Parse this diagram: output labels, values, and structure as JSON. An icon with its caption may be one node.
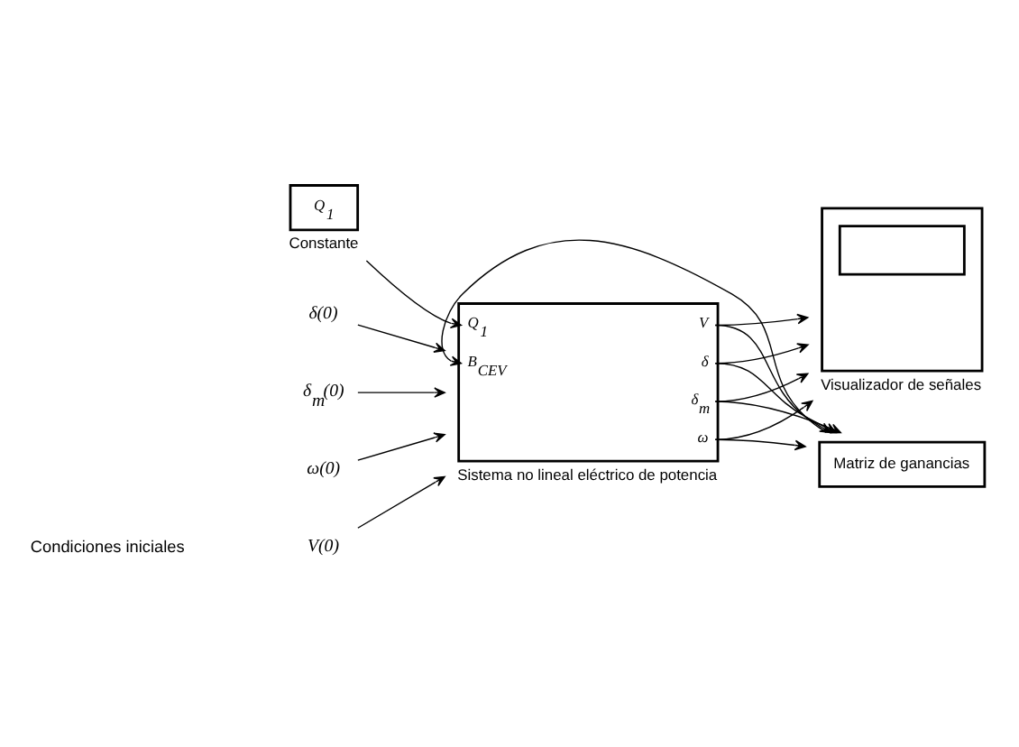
{
  "diagram": {
    "nodes": [
      {
        "text": [
          "Q$_{1}$"
        ],
        "beside": [
          "Constante"
        ]
      },
      {
        "text": [
          "Q$_{1}$",
          "B$_{CEV}$",
          "V",
          "δ",
          "δ$_{m}$",
          "ω"
        ],
        "beside": [
          "Sistema no lineal eléctrico de potencia"
        ]
      },
      {
        "text": [],
        "shape": "box",
        "beside": [
          "Visualizador de señales"
        ]
      },
      {
        "text": [
          "Matriz de ganancias"
        ]
      },
      {
        "text": [
          "V(0)"
        ]
      },
      {
        "text": [
          "δ(0)"
        ]
      },
      {
        "text": [
          "δ$_{m}$(0)"
        ]
      },
      {
        "text": [
          "ω(0)"
        ]
      }
    ],
    "edges": [
      {
        "from": 0,
        "to": 1,
        "arrow": "to"
      },
      {
        "from": 4,
        "to": 1,
        "arrow": "to"
      },
      {
        "from": 5,
        "to": 1,
        "arrow": "to"
      },
      {
        "from": 6,
        "to": 1,
        "arrow": "to"
      },
      {
        "from": 7,
        "to": 1,
        "arrow": "to"
      },
      {
        "from": 1,
        "to": 2,
        "arrow": "to"
      },
      {
        "from": 1,
        "to": 2,
        "arrow": "to"
      },
      {
        "from": 1,
        "to": 2,
        "arrow": "to"
      },
      {
        "from": 1,
        "to": 2,
        "arrow": "to"
      },
      {
        "from": 1,
        "to": 3,
        "arrow": "to"
      },
      {
        "from": 1,
        "to": 3,
        "arrow": "to"
      },
      {
        "from": 1,
        "to": 3,
        "arrow": "to"
      },
      {
        "from": 1,
        "to": 3,
        "arrow": "to"
      },
      {
        "from": 3,
        "to": 1,
        "arrow": "to"
      }
    ],
    "labels": [
      "Condiciones iniciales"
    ]
  }
}
